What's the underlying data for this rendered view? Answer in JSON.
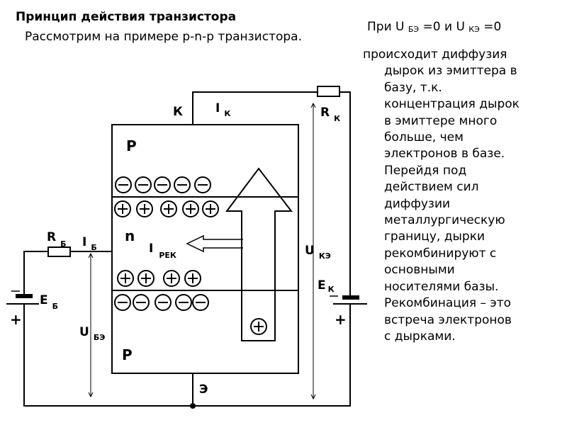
{
  "title": "Принцип действия транзистора",
  "subtitle": "Рассмотрим на примере p-n-p транзистора.",
  "condition": {
    "prefix": "При U",
    "sub1": "БЭ",
    "mid": "=0 и U",
    "sub2": "КЭ",
    "suffix": "=0"
  },
  "paragraph": [
    "происходит диффузия",
    "дырок из эмиттера в",
    "базу, т.к.",
    "концентрация дырок",
    "в эмиттере много",
    "больше, чем",
    "электронов в базе.",
    "Перейдя под",
    "действием сил",
    "диффузии",
    "металлургическую",
    "границу, дырки",
    "рекомбинируют с",
    "основными",
    "носителями базы.",
    "Рекомбинация – это",
    "встреча электронов",
    "с дырками."
  ],
  "diagram": {
    "region_top": "P",
    "region_base": "n",
    "region_bottom": "P",
    "collector": "К",
    "emitter": "Э",
    "i_k": {
      "main": "I",
      "sub": "К"
    },
    "r_k": {
      "main": "R",
      "sub": "К"
    },
    "r_b": {
      "main": "R",
      "sub": "Б"
    },
    "i_b": {
      "main": "I",
      "sub": "Б"
    },
    "i_rek": {
      "main": "I",
      "sub": "РЕК"
    },
    "u_ke": {
      "main": "U",
      "sub": "КЭ"
    },
    "u_be": {
      "main": "U",
      "sub": "БЭ"
    },
    "e_k": {
      "main": "E",
      "sub": "К"
    },
    "e_b": {
      "main": "E",
      "sub": "Б"
    },
    "minus": "−",
    "plus": "+"
  }
}
